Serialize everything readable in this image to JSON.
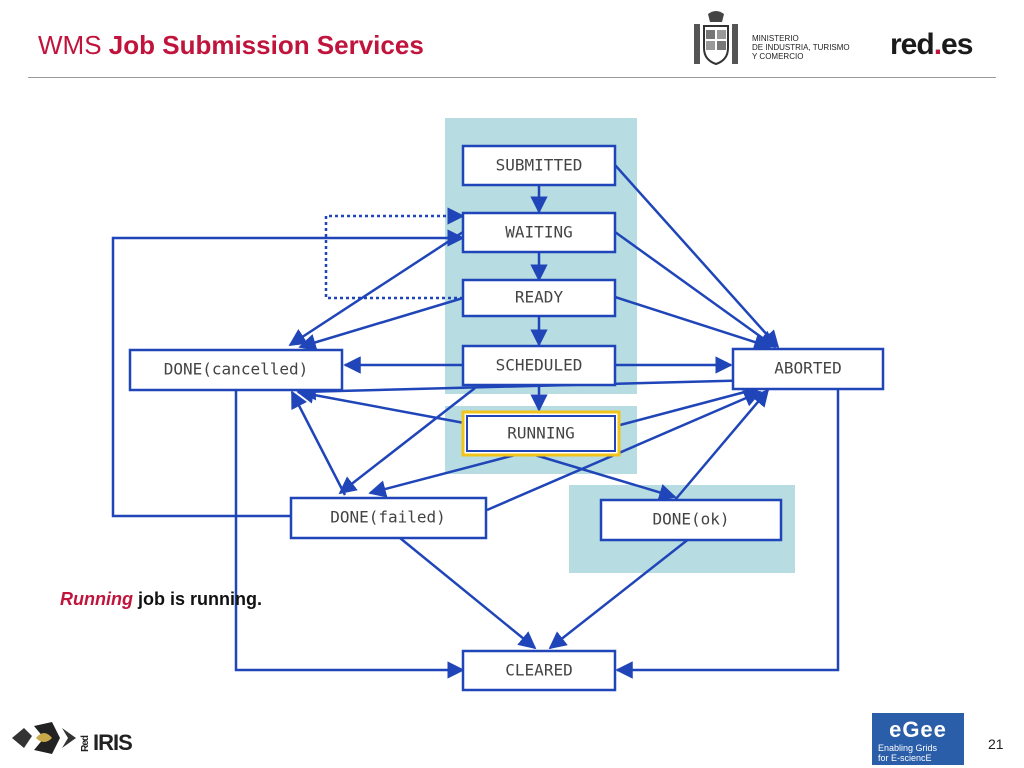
{
  "header": {
    "title_prefix": "WMS",
    "title_main": "Job Submission Services",
    "ministry_line1": "MINISTERIO",
    "ministry_line2": "DE INDUSTRIA, TURISMO",
    "ministry_line3": "Y COMERCIO",
    "redes_part1": "red",
    "redes_dot": ".",
    "redes_part2": "es"
  },
  "diagram": {
    "states": {
      "submitted": "SUBMITTED",
      "waiting": "WAITING",
      "ready": "READY",
      "scheduled": "SCHEDULED",
      "running": "RUNNING",
      "done_cancelled": "DONE(cancelled)",
      "aborted": "ABORTED",
      "done_failed": "DONE(failed)",
      "done_ok": "DONE(ok)",
      "cleared": "CLEARED"
    },
    "highlighted_state": "RUNNING",
    "colors": {
      "arrow": "#1f45b8",
      "box_border": "#1f45b8",
      "highlight_border": "#f0c419",
      "panel": "#b7dde3"
    }
  },
  "caption": {
    "italic": "Running",
    "rest": " job is running."
  },
  "footer": {
    "rediris_prefix": "Red",
    "rediris_text": "IRIS",
    "egee_logo": "eGee",
    "egee_line1": "Enabling Grids",
    "egee_line2": "for E-sciencE",
    "page_number": "21"
  }
}
